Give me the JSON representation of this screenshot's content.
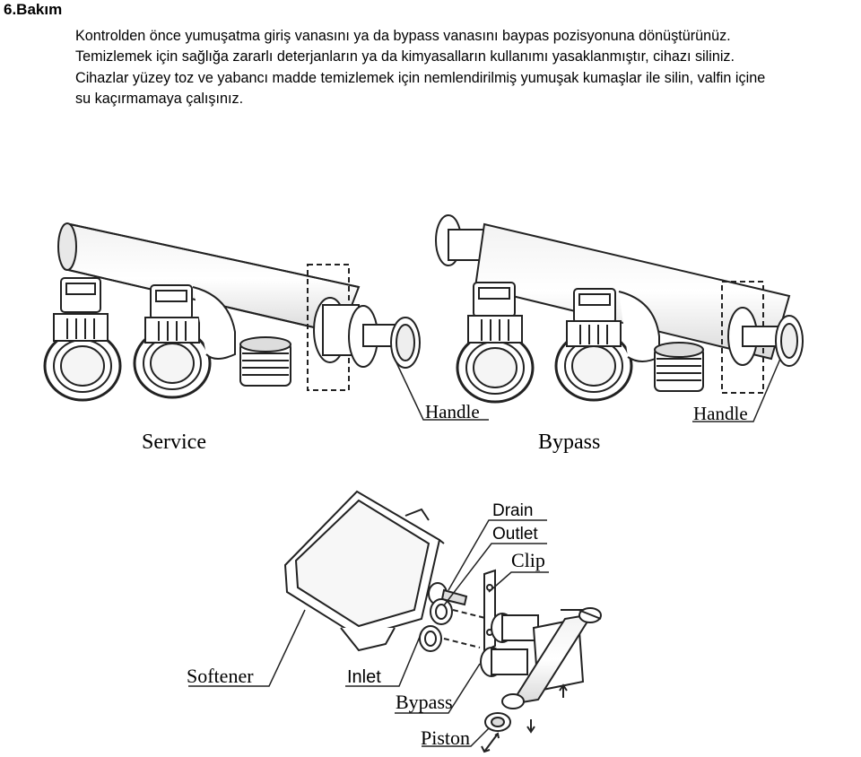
{
  "section": {
    "title": "6.Bakım"
  },
  "paragraphs": [
    "Kontrolden önce yumuşatma giriş vanasını ya da bypass vanasını baypas pozisyonuna dönüştürünüz.",
    "Temizlemek için sağlığa zararlı deterjanların ya da kimyasalların kullanımı yasaklanmıştır, cihazı siliniz.",
    "Cihazlar yüzey toz ve yabancı madde temizlemek için nemlendirilmiş yumuşak kumaşlar ile silin, valfin içine",
    "su kaçırmamaya çalışınız."
  ],
  "figure_top": {
    "left_handle_label": "Handle",
    "right_handle_label": "Handle",
    "left_caption": "Service",
    "right_caption": "Bypass"
  },
  "figure_bottom": {
    "labels": {
      "drain": "Drain",
      "outlet": "Outlet",
      "clip": "Clip",
      "softener": "Softener",
      "inlet": "Inlet",
      "bypass": "Bypass",
      "piston": "Piston"
    }
  }
}
